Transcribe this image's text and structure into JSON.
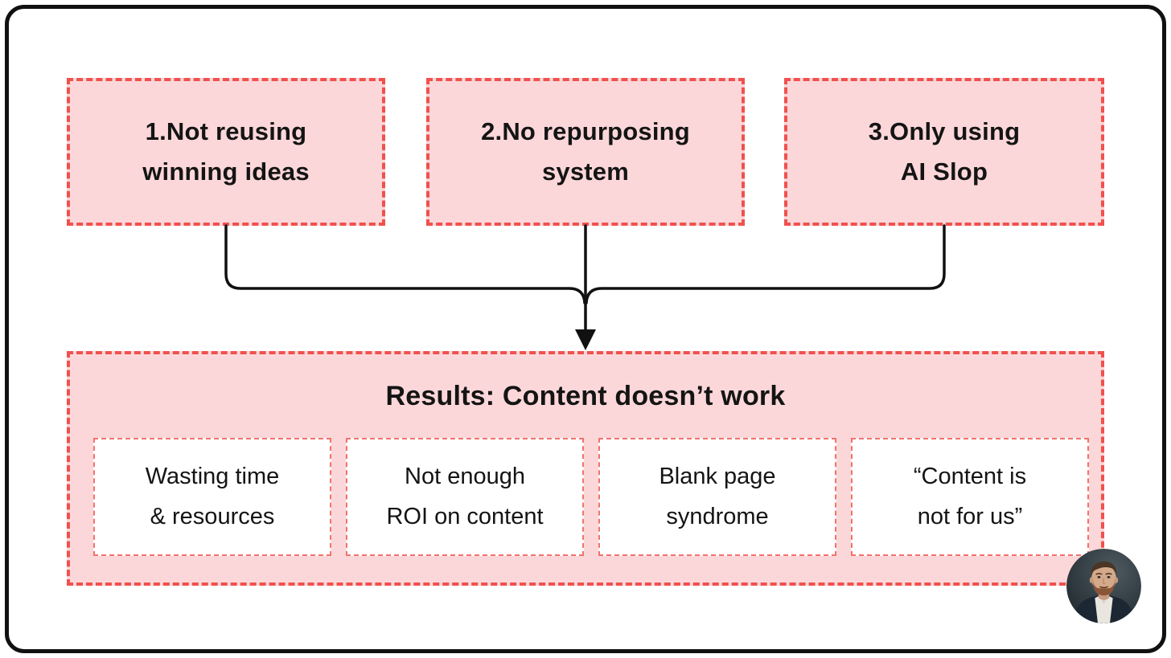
{
  "diagram": {
    "causes": [
      {
        "label": "1.Not reusing\nwinning ideas"
      },
      {
        "label": "2.No repurposing\nsystem"
      },
      {
        "label": "3.Only using\nAI Slop"
      }
    ],
    "results": {
      "title": "Results: Content doesn’t work",
      "items": [
        {
          "label": "Wasting time\n& resources"
        },
        {
          "label": "Not enough\nROI on content"
        },
        {
          "label": "Blank page\nsyndrome"
        },
        {
          "label": "“Content is\nnot for us”"
        }
      ]
    },
    "avatar": {
      "name": "profile-photo"
    },
    "colors": {
      "box_fill": "#FBD7DA",
      "box_border_dashed": "#F0514D",
      "item_border_dashed": "#F2726C",
      "connector_line": "#111111",
      "outer_frame": "#111111",
      "text": "#141414",
      "background": "#FFFFFF"
    }
  }
}
